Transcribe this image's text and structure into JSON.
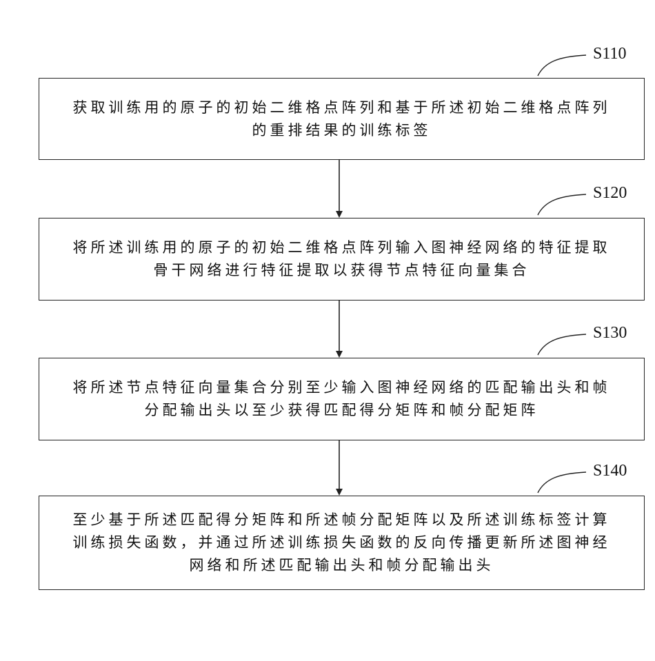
{
  "steps": [
    {
      "id": "S110",
      "text": "获取训练用的原子的初始二维格点阵列和基于所述初始二维格点阵列\n的重排结果的训练标签"
    },
    {
      "id": "S120",
      "text": "将所述训练用的原子的初始二维格点阵列输入图神经网络的特征提取\n骨干网络进行特征提取以获得节点特征向量集合"
    },
    {
      "id": "S130",
      "text": "将所述节点特征向量集合分别至少输入图神经网络的匹配输出头和帧\n分配输出头以至少获得匹配得分矩阵和帧分配矩阵"
    },
    {
      "id": "S140",
      "text": "至少基于所述匹配得分矩阵和所述帧分配矩阵以及所述训练标签计算\n训练损失函数，并通过所述训练损失函数的反向传播更新所述图神经\n网络和所述匹配输出头和帧分配输出头"
    }
  ]
}
